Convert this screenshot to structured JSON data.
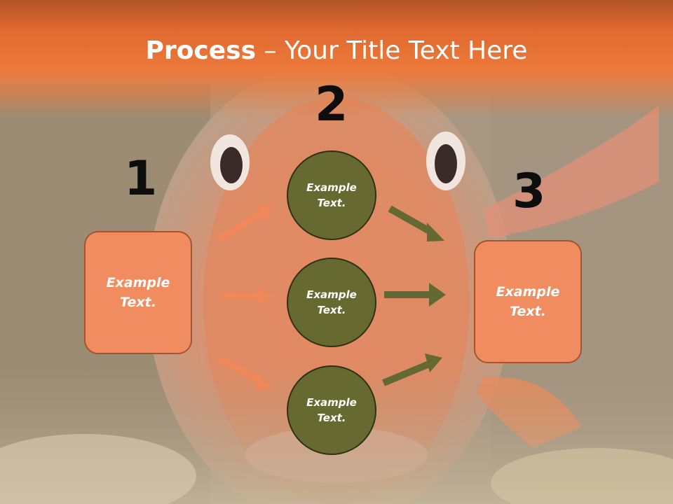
{
  "slide": {
    "title_bold": "Process",
    "title_rest": " – Your Title Text Here",
    "step_numbers": [
      "1",
      "2",
      "3"
    ],
    "left_box": "Example\nText.",
    "right_box": "Example\nText.",
    "circles": [
      "Example\nText.",
      "Example\nText.",
      "Example\nText."
    ]
  },
  "colors": {
    "header": "#e8702f",
    "box_fill": "#f08c5f",
    "circle_fill": "#666a30",
    "orange_arrow": "#f0875a",
    "olive_arrow": "#646933"
  }
}
